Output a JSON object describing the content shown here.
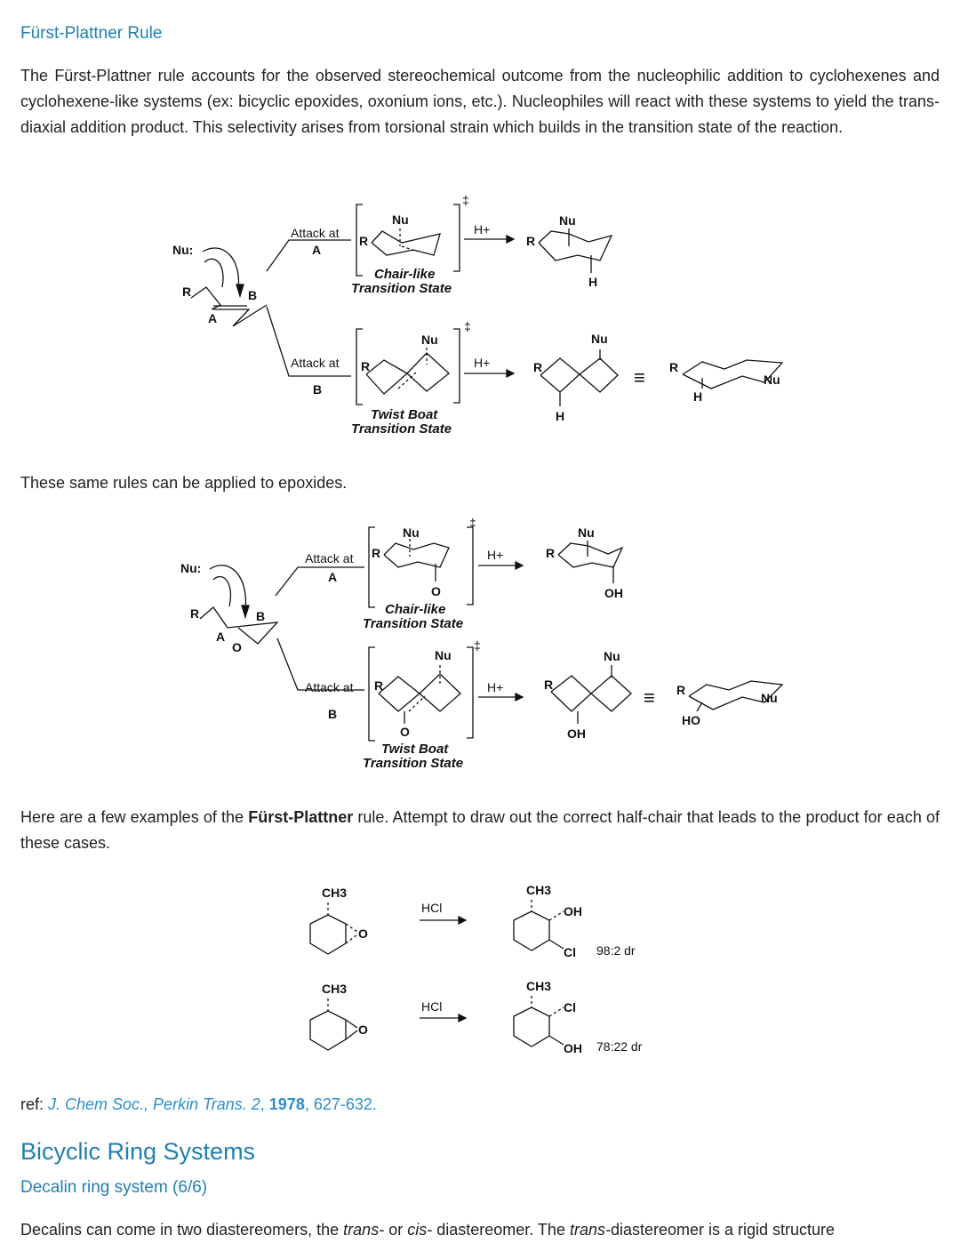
{
  "section1": {
    "title": "Fürst-Plattner Rule",
    "intro": "The Fürst-Plattner rule accounts for the observed stereochemical outcome from the nucleophilic addition to cyclohexenes and cyclohexene-like systems (ex: bicyclic epoxides, oxonium ions, etc.). Nucleophiles will react with these systems to yield the trans-diaxial addition product. This selectivity arises from torsional strain which builds in the transition state of the reaction."
  },
  "scheme1": {
    "nu_colon": "Nu:",
    "r": "R",
    "a": "A",
    "b": "B",
    "attack_at": "Attack at",
    "nu": "Nu",
    "h": "H",
    "h_plus": "H+",
    "dagger": "‡",
    "chair_ts": [
      "Chair-like",
      "Transition State"
    ],
    "twist_ts": [
      "Twist Boat",
      "Transition State"
    ],
    "equiv": "≡"
  },
  "epoxide_note": "These same rules can be applied to epoxides.",
  "scheme2": {
    "o": "O",
    "oh": "OH",
    "ho": "HO"
  },
  "examples": {
    "text_before": "Here are a few examples of the ",
    "text_bold": "Fürst-Plattner",
    "text_after": " rule. Attempt to draw out the correct half-chair that leads to the product for each of these cases.",
    "ch3": "CH3",
    "o": "O",
    "reagent": "HCl",
    "oh": "OH",
    "cl": "Cl",
    "dr1": "98:2 dr",
    "dr2": "78:22 dr"
  },
  "reference": {
    "label": "ref: ",
    "journal": "J. Chem Soc., Perkin Trans. 2",
    "sep": ", ",
    "year": "1978",
    "pages": ", 627-632."
  },
  "section2": {
    "title": "Bicyclic Ring Systems",
    "subtitle": "Decalin ring system (6/6)",
    "p_1": "Decalins can come in two diastereomers, the ",
    "p_2": "trans-",
    "p_3": " or ",
    "p_4": "cis-",
    "p_5": " diastereomer. The ",
    "p_6": "trans-",
    "p_7": "diastereomer is a rigid structure"
  }
}
